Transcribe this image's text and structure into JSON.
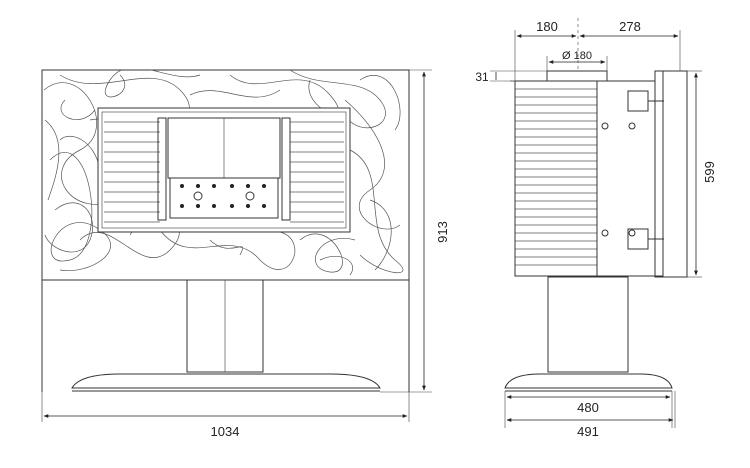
{
  "dimensions": {
    "front_width": "1034",
    "front_height": "913",
    "side_flue_offset": "180",
    "side_depth_top": "278",
    "flue_diameter": "Ø 180",
    "flue_collar": "31",
    "side_body_height": "599",
    "base_depth_inner": "480",
    "base_depth_outer": "491"
  },
  "colors": {
    "line": "#333333",
    "background": "#ffffff"
  }
}
